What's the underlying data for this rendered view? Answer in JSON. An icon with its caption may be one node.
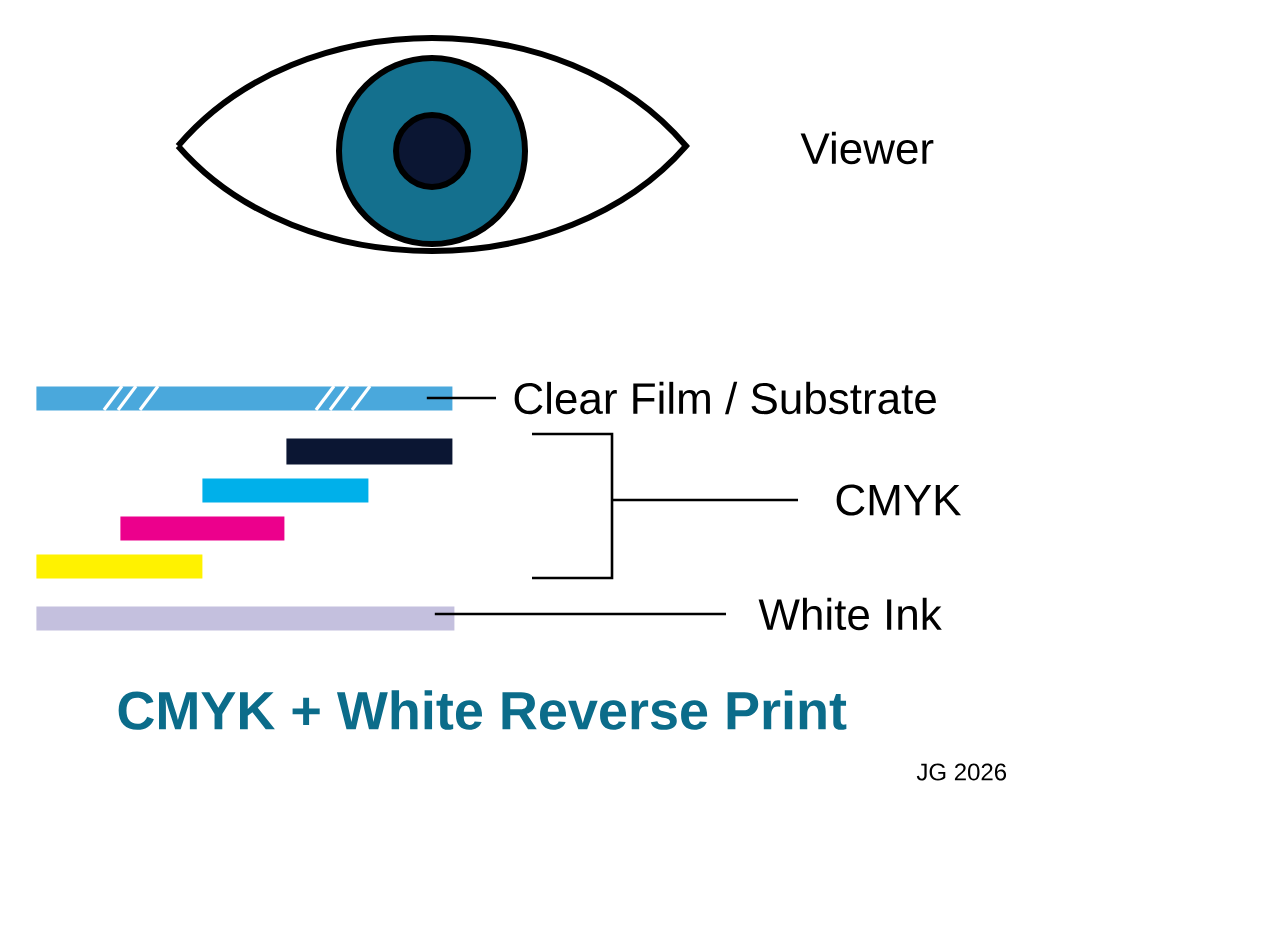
{
  "diagram": {
    "title": "CMYK + White Reverse Print",
    "nodes": [
      {
        "text": [],
        "shape": "bar"
      },
      {
        "text": [
          "Clear Film / Substrate"
        ]
      },
      {
        "text": [],
        "shape": "bar"
      },
      {
        "text": [],
        "shape": "bar"
      },
      {
        "text": [],
        "shape": "bar"
      },
      {
        "text": [],
        "shape": "bar"
      },
      {
        "text": [],
        "shape": "bracket"
      },
      {
        "text": [
          "CMYK"
        ]
      },
      {
        "text": [],
        "shape": "bar"
      },
      {
        "text": [
          "White Ink"
        ]
      }
    ],
    "edges": [
      {
        "from": 1,
        "to": 0,
        "arrow": "none"
      },
      {
        "from": 7,
        "to": 6,
        "arrow": "none"
      },
      {
        "from": 9,
        "to": 8,
        "arrow": "none"
      }
    ],
    "labels": [
      "Viewer",
      "JG 2026"
    ]
  }
}
